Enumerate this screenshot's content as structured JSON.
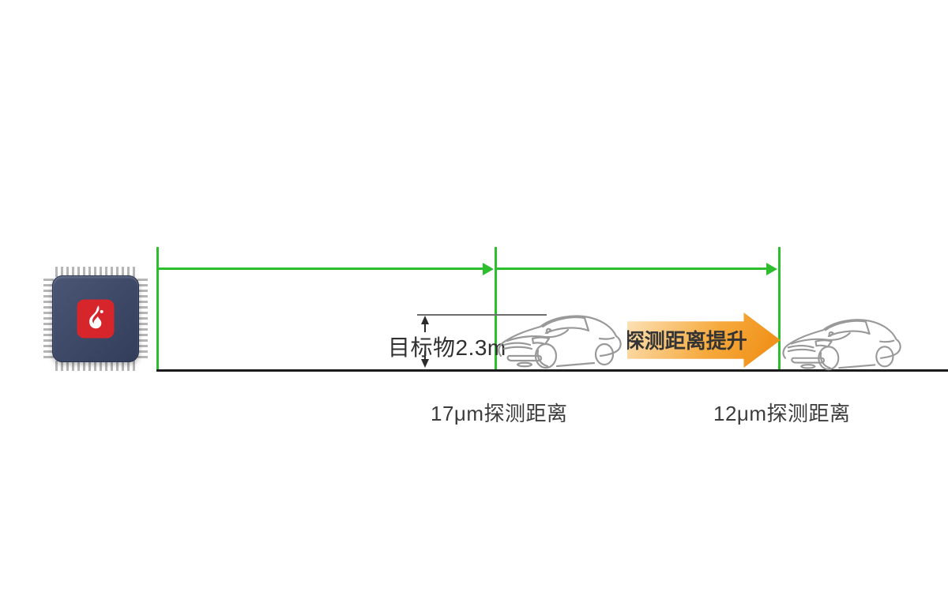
{
  "labels": {
    "target_height": "目标物2.3m",
    "boost_badge": "探测距离提升",
    "distance_17um": "17μm探测距离",
    "distance_12um": "12μm探测距离"
  },
  "colors": {
    "green": "#2dbe2d",
    "baseline": "#1b1b1b",
    "text-dark": "#303030",
    "label-gray": "#3c3c3c",
    "car-stroke": "#999999",
    "dim-gray": "#6e6e6e",
    "orange-light": "#fce4bb",
    "orange-mid": "#f6a93c",
    "orange-deep": "#ee8a10",
    "chip-navy-1": "#4a5674",
    "chip-navy-2": "#313d59",
    "chip-pin": "#b6b6b6",
    "logo-red": "#d6252b"
  }
}
